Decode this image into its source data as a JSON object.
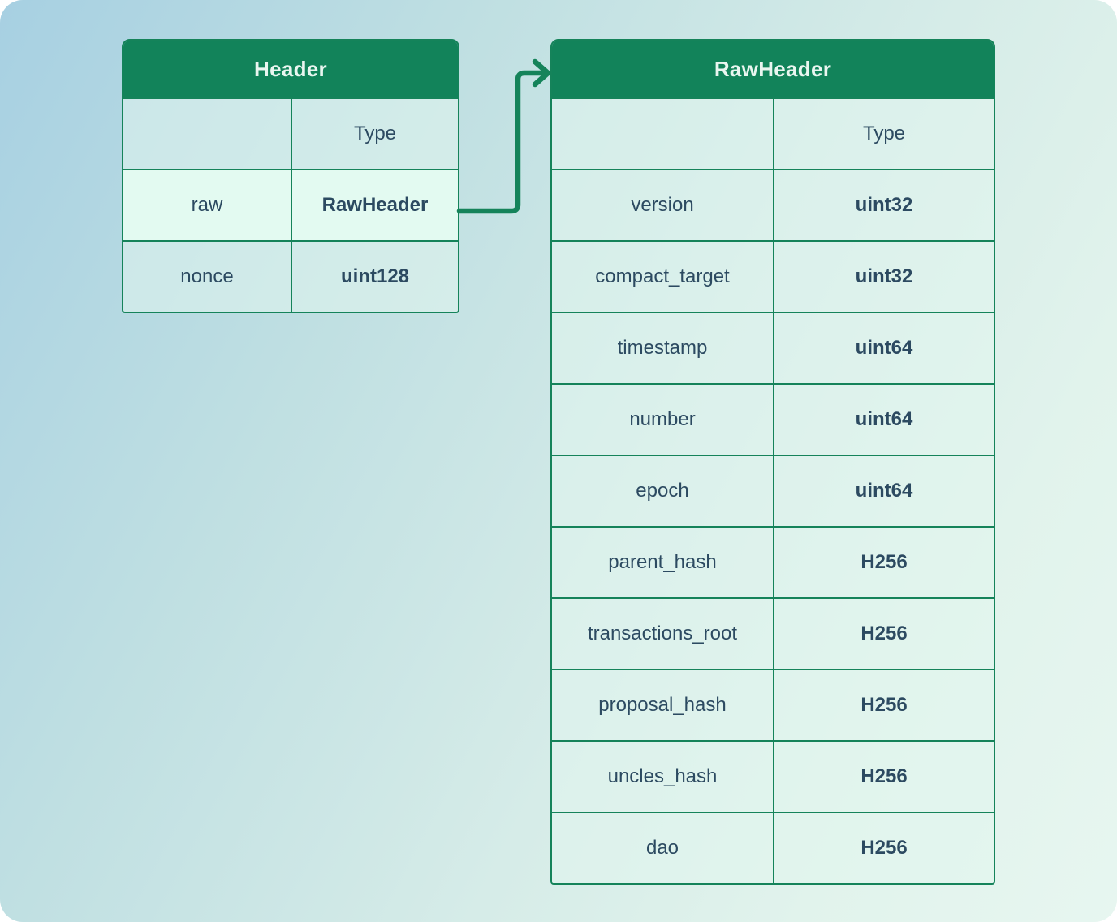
{
  "diagram": {
    "tables": [
      {
        "title": "Header",
        "type_column_label": "Type",
        "rows": [
          {
            "field": "raw",
            "type": "RawHeader"
          },
          {
            "field": "nonce",
            "type": "uint128"
          }
        ]
      },
      {
        "title": "RawHeader",
        "type_column_label": "Type",
        "rows": [
          {
            "field": "version",
            "type": "uint32"
          },
          {
            "field": "compact_target",
            "type": "uint32"
          },
          {
            "field": "timestamp",
            "type": "uint64"
          },
          {
            "field": "number",
            "type": "uint64"
          },
          {
            "field": "epoch",
            "type": "uint64"
          },
          {
            "field": "parent_hash",
            "type": "H256"
          },
          {
            "field": "transactions_root",
            "type": "H256"
          },
          {
            "field": "proposal_hash",
            "type": "H256"
          },
          {
            "field": "uncles_hash",
            "type": "H256"
          },
          {
            "field": "dao",
            "type": "H256"
          }
        ]
      }
    ],
    "connector": {
      "from_table": "Header",
      "from_field": "raw",
      "to_table": "RawHeader"
    },
    "colors": {
      "banner_green": "#12835a",
      "border_green": "#15835a",
      "arrow_green": "#15835a",
      "cell_mint": "#e2f6ef",
      "highlight_mint": "#e3faf1",
      "text_dark": "#2c4a61",
      "banner_text": "#e9f6f0",
      "background_top_left": "#a7d0e2",
      "background_bottom_right": "#e7f6f0"
    }
  }
}
